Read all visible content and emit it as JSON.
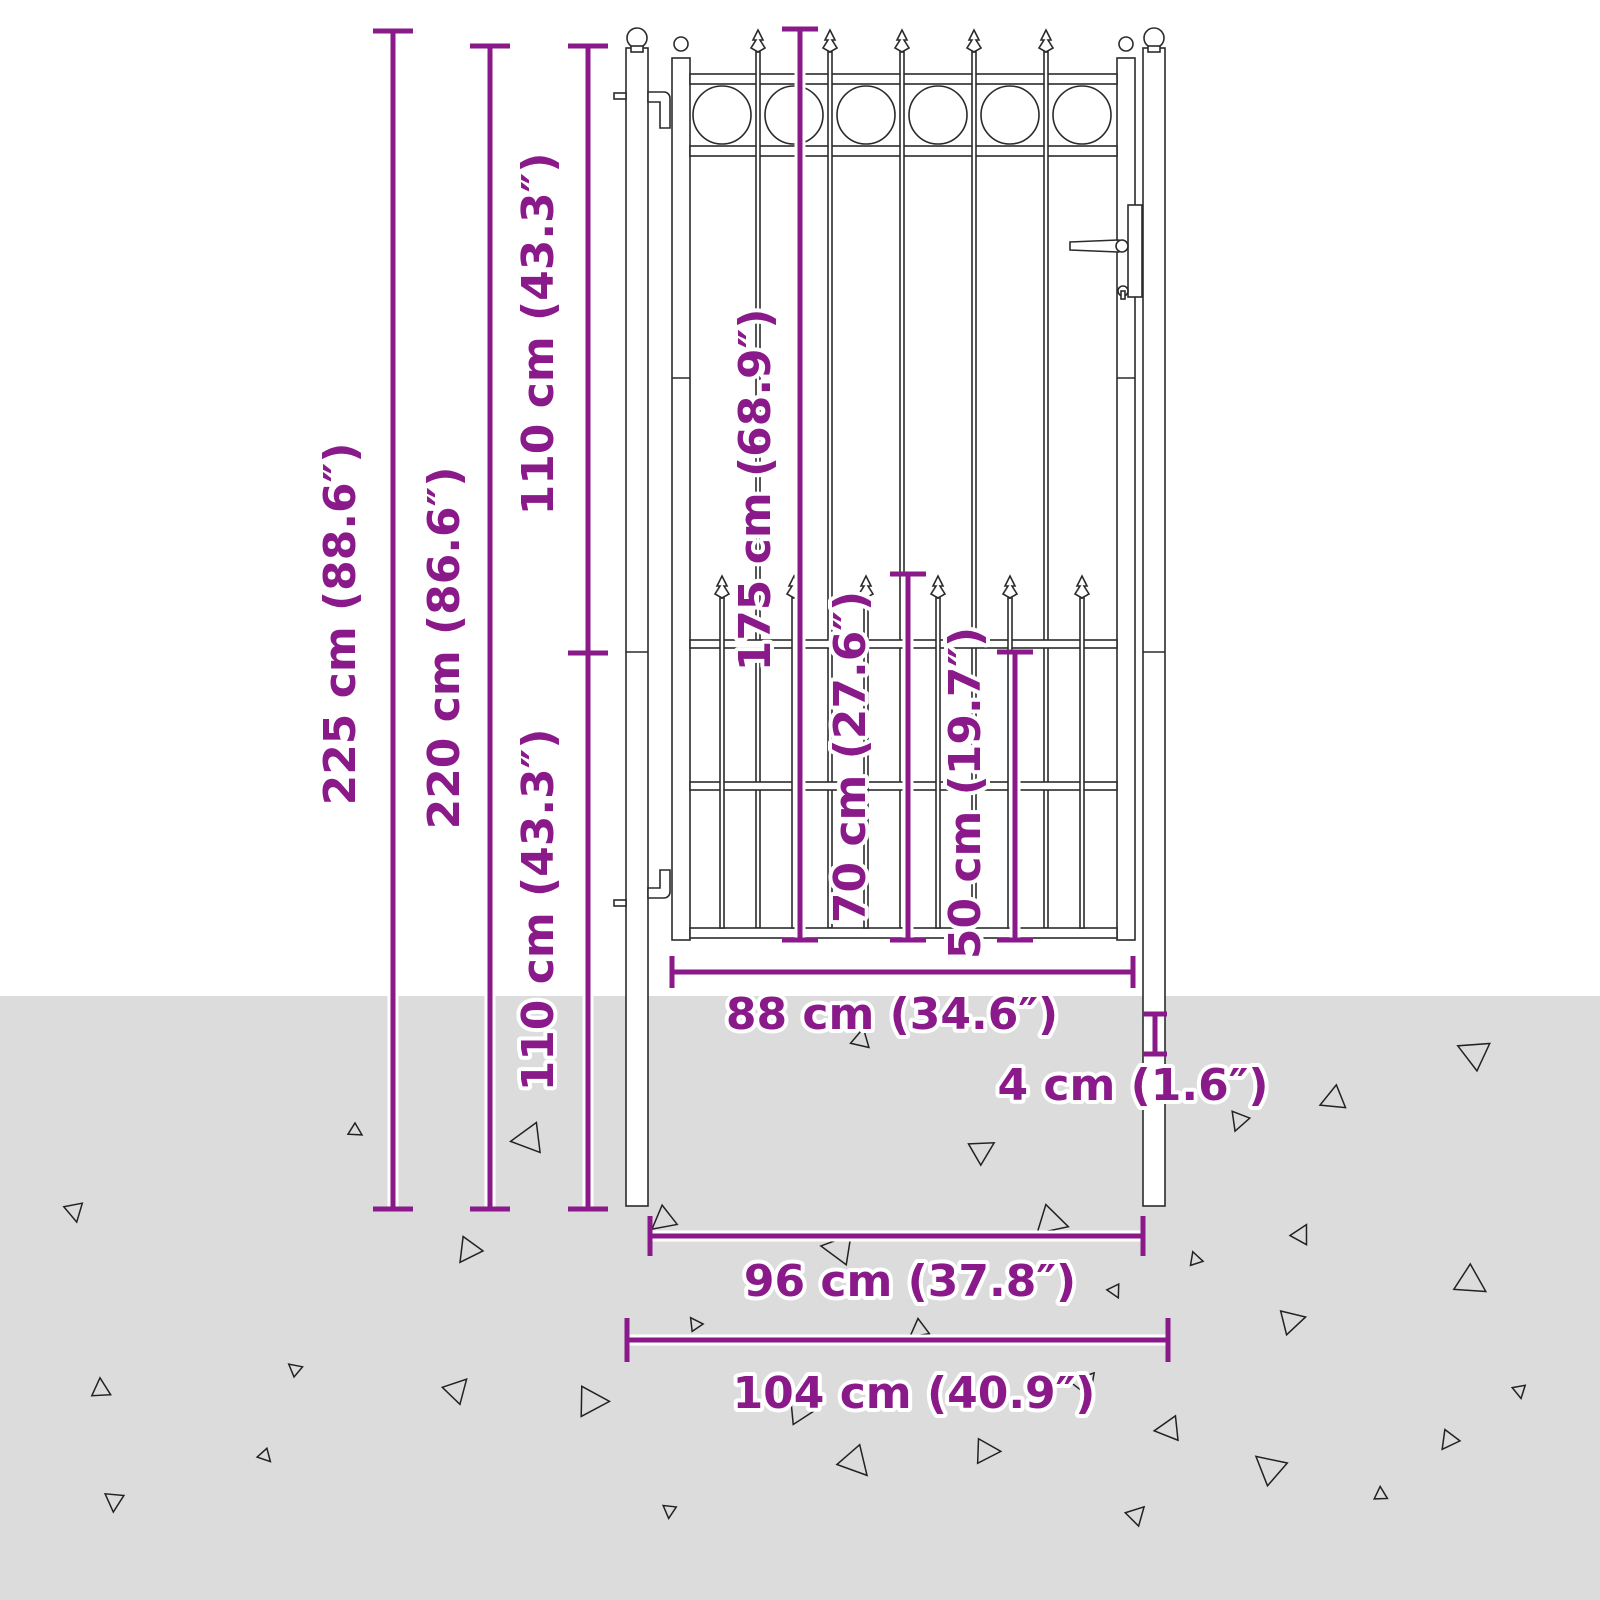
{
  "colors": {
    "dimension": "#8a1a8a",
    "ground": "#dcdcdc",
    "background": "#ffffff",
    "metal": "#2b2b2b"
  },
  "dimensions": {
    "total_height": "225 cm (88.6″)",
    "gate_height": "220 cm (86.6″)",
    "upper_post": "110 cm (43.3″)",
    "lower_post": "110 cm (43.3″)",
    "leaf_height": "175 cm (68.9″)",
    "lower_spear": "70 cm (27.6″)",
    "lower_panel": "50 cm (19.7″)",
    "leaf_width": "88 cm (34.6″)",
    "post_width": "4 cm (1.6″)",
    "inner_width": "96 cm (37.8″)",
    "outer_width": "104 cm (40.9″)"
  },
  "icons": {
    "handle": "door-handle-icon",
    "lock": "keyhole-icon",
    "hinge": "hinge-icon",
    "finial": "ball-finial-icon",
    "spear": "spear-tip-icon"
  }
}
